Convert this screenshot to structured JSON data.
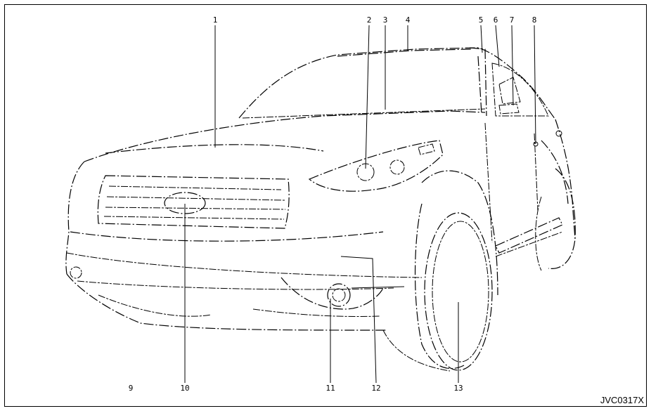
{
  "figure_code": "JVC0317X",
  "callouts": [
    "1",
    "2",
    "3",
    "4",
    "5",
    "6",
    "7",
    "8",
    "9",
    "10",
    "11",
    "12",
    "13"
  ]
}
